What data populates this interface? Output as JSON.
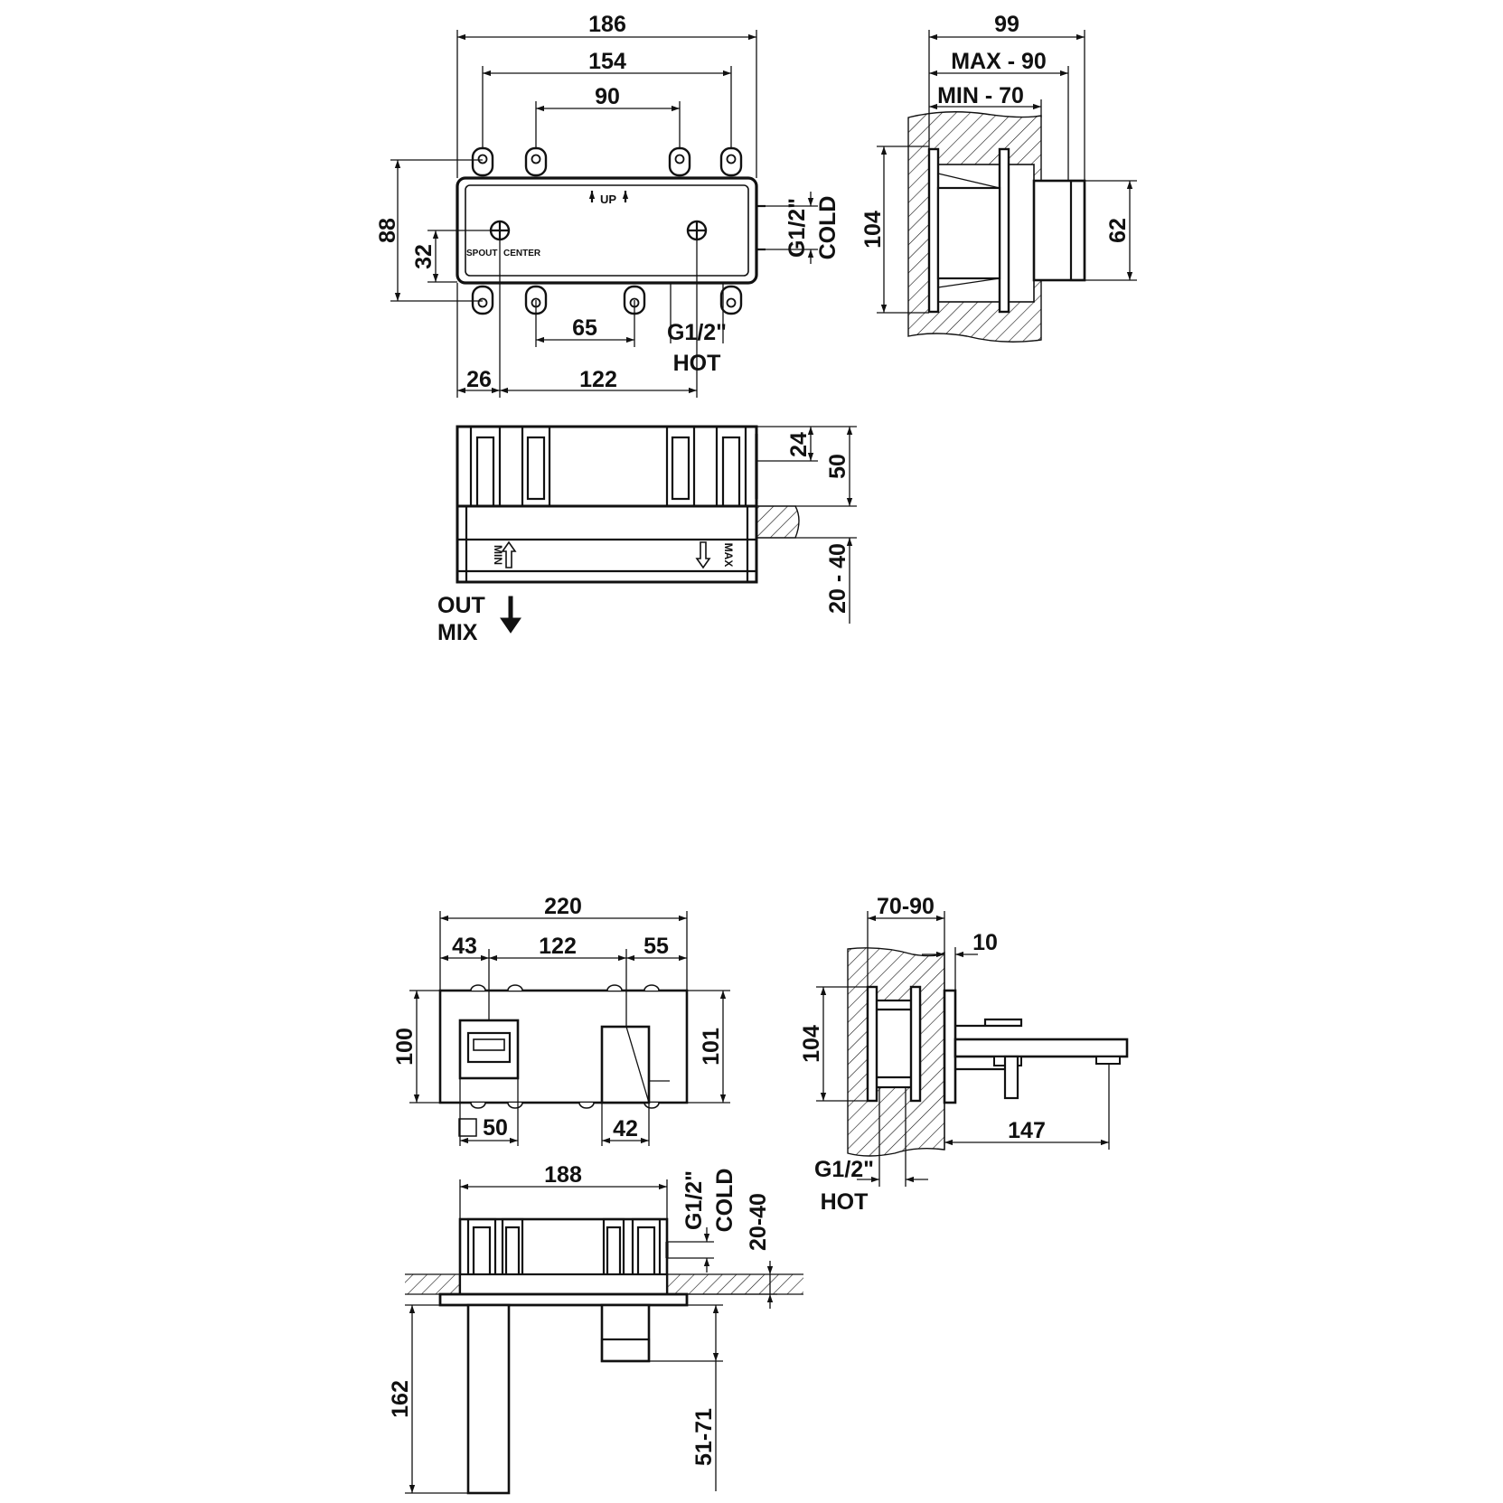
{
  "colors": {
    "ink": "#111111",
    "paper": "#ffffff"
  },
  "view1": {
    "dims": [
      "186",
      "154",
      "90",
      "88",
      "32",
      "65",
      "26",
      "122"
    ],
    "labels": {
      "up": "UP",
      "spout": "SPOUT",
      "center": "CENTER",
      "g_hot": "G1/2\"",
      "hot": "HOT",
      "g_cold": "G1/2\"",
      "cold": "COLD"
    }
  },
  "view2": {
    "dims": [
      "99",
      "MAX - 90",
      "MIN - 70",
      "104",
      "62"
    ]
  },
  "view3": {
    "dims": [
      "24",
      "50",
      "20 - 40"
    ],
    "labels": {
      "min": "MIN",
      "max": "MAX",
      "out": "OUT",
      "mix": "MIX"
    }
  },
  "view4": {
    "dims": [
      "220",
      "43",
      "122",
      "55",
      "100",
      "101",
      "50",
      "42"
    ]
  },
  "view5": {
    "dims": [
      "70-90",
      "10",
      "104",
      "147"
    ],
    "labels": {
      "g": "G1/2\"",
      "hot": "HOT"
    }
  },
  "view6": {
    "dims": [
      "188",
      "20-40",
      "162",
      "51-71"
    ],
    "labels": {
      "g": "G1/2\"",
      "cold": "COLD"
    }
  }
}
